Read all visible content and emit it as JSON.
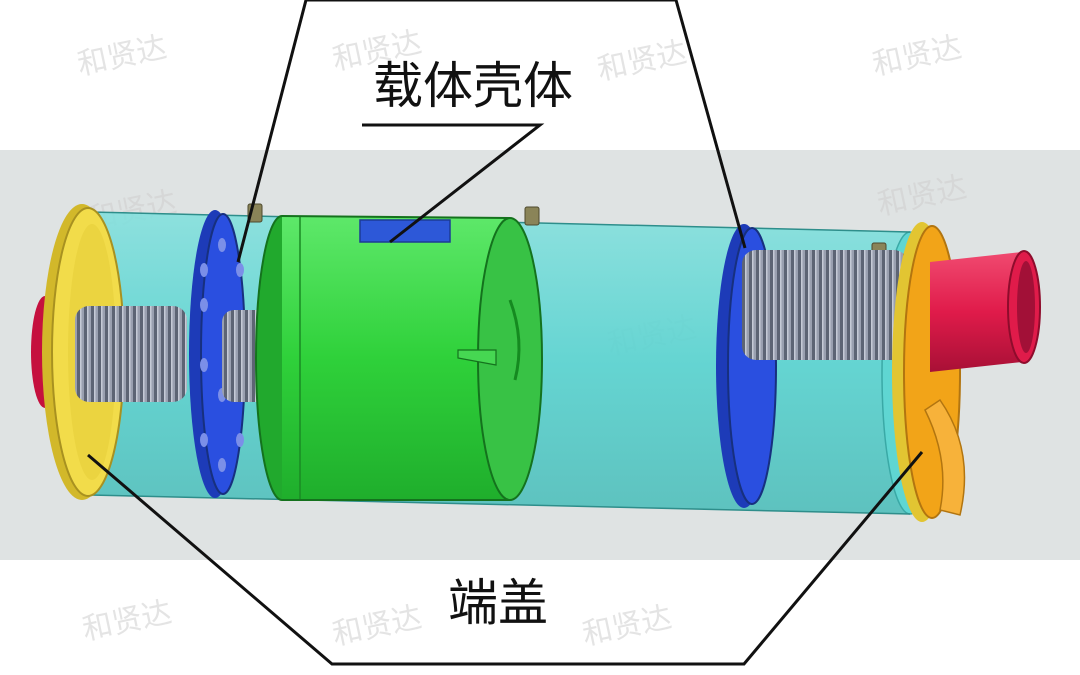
{
  "labels": {
    "carrier_shell": "载体壳体",
    "end_cap": "端盖"
  },
  "watermark": "和贤达",
  "colors": {
    "background_band": "#dfe3e3",
    "pipe": "#4fd2cf",
    "carrier_shell": "#2fd13a",
    "flange": "#2a4fe0",
    "end_cap": "#ecd43a",
    "end_cap_right": "#f2a418",
    "outlet": "#e01b4a",
    "spring": "#8d94a6",
    "leader_lines": "#111111"
  }
}
